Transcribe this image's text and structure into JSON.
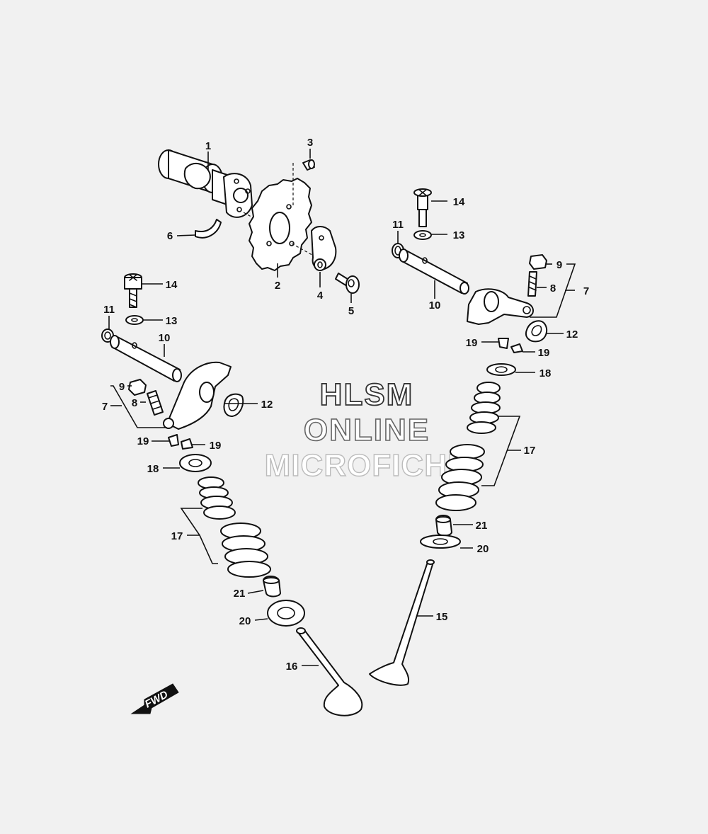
{
  "watermark": {
    "line1": "HLSM",
    "line2": "ONLINE",
    "line3": "MICROFICHE"
  },
  "direction_arrow": {
    "label": "FWD"
  },
  "callouts": [
    {
      "id": "cam-1",
      "label": "1"
    },
    {
      "id": "sprocket-2",
      "label": "2"
    },
    {
      "id": "pin-3",
      "label": "3"
    },
    {
      "id": "plate-4",
      "label": "4"
    },
    {
      "id": "bolt-5",
      "label": "5"
    },
    {
      "id": "clip-6",
      "label": "6"
    },
    {
      "id": "rocker-arm-r-7",
      "label": "7"
    },
    {
      "id": "screw-r-8",
      "label": "8"
    },
    {
      "id": "nut-r-9",
      "label": "9"
    },
    {
      "id": "shaft-r-10",
      "label": "10"
    },
    {
      "id": "oring-r-11",
      "label": "11"
    },
    {
      "id": "gasket-r-12",
      "label": "12"
    },
    {
      "id": "washer-r-13",
      "label": "13"
    },
    {
      "id": "bolt-r-14",
      "label": "14"
    },
    {
      "id": "bolt-l-14",
      "label": "14"
    },
    {
      "id": "oring-l-11",
      "label": "11"
    },
    {
      "id": "washer-l-13",
      "label": "13"
    },
    {
      "id": "shaft-l-10",
      "label": "10"
    },
    {
      "id": "nut-l-9",
      "label": "9"
    },
    {
      "id": "screw-l-8",
      "label": "8"
    },
    {
      "id": "rocker-arm-l-7",
      "label": "7"
    },
    {
      "id": "gasket-l-12",
      "label": "12"
    },
    {
      "id": "cotter-l-19a",
      "label": "19"
    },
    {
      "id": "cotter-l-19b",
      "label": "19"
    },
    {
      "id": "retainer-l-18",
      "label": "18"
    },
    {
      "id": "spring-l-17",
      "label": "17"
    },
    {
      "id": "seal-l-21",
      "label": "21"
    },
    {
      "id": "seat-l-20",
      "label": "20"
    },
    {
      "id": "valve-l-16",
      "label": "16"
    },
    {
      "id": "cotter-r-19a",
      "label": "19"
    },
    {
      "id": "cotter-r-19b",
      "label": "19"
    },
    {
      "id": "retainer-r-18",
      "label": "18"
    },
    {
      "id": "spring-r-17",
      "label": "17"
    },
    {
      "id": "seal-r-21",
      "label": "21"
    },
    {
      "id": "seat-r-20",
      "label": "20"
    },
    {
      "id": "valve-r-15",
      "label": "15"
    }
  ]
}
